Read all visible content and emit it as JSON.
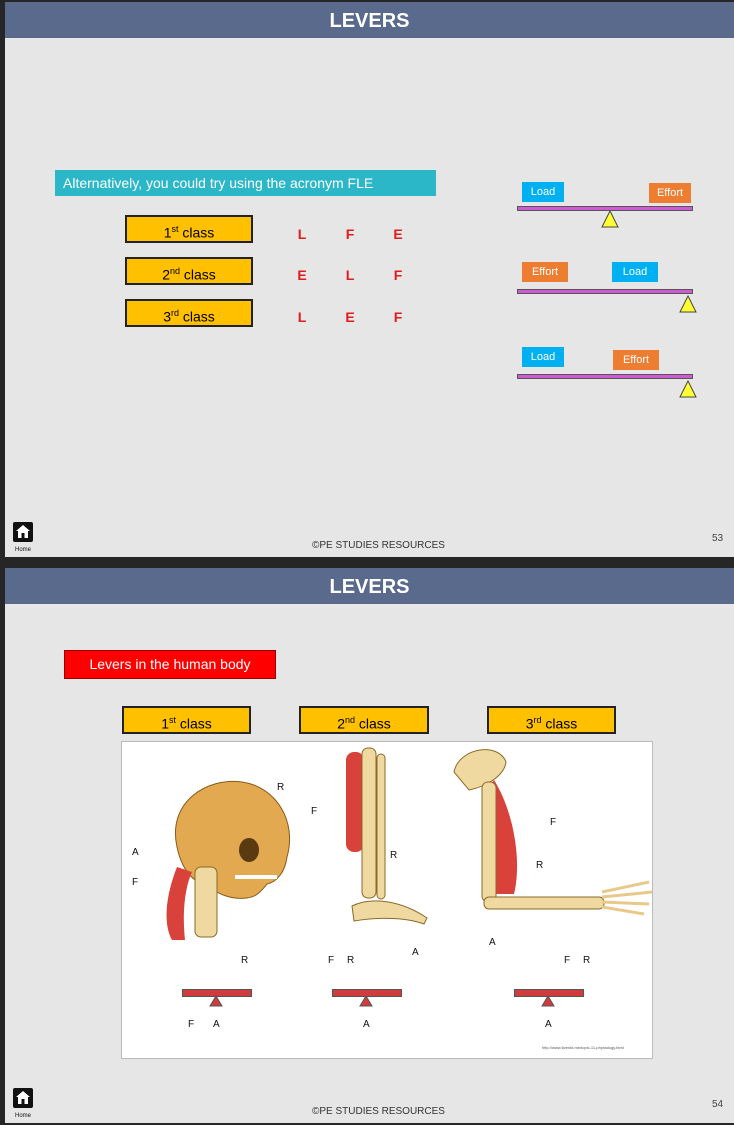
{
  "slide1": {
    "title": "LEVERS",
    "callout": "Alternatively, you could try using the acronym FLE",
    "classes": [
      {
        "num": "1",
        "sup": "st",
        "word": "class",
        "letters": [
          "L",
          "F",
          "E"
        ]
      },
      {
        "num": "2",
        "sup": "nd",
        "word": "class",
        "letters": [
          "E",
          "L",
          "F"
        ]
      },
      {
        "num": "3",
        "sup": "rd",
        "word": "class",
        "letters": [
          "L",
          "E",
          "F"
        ]
      }
    ],
    "diagrams": [
      {
        "left": "Load",
        "right": "Effort"
      },
      {
        "left": "Effort",
        "right": "Load"
      },
      {
        "left": "Load",
        "right": "Effort"
      }
    ],
    "footer": "©PE STUDIES RESOURCES",
    "page": "53",
    "home": "Home"
  },
  "slide2": {
    "title": "LEVERS",
    "callout": "Levers in the human body",
    "classes": [
      {
        "num": "1",
        "sup": "st",
        "word": "class"
      },
      {
        "num": "2",
        "sup": "nd",
        "word": "class"
      },
      {
        "num": "3",
        "sup": "rd",
        "word": "class"
      }
    ],
    "labels": {
      "r": "R",
      "a": "A",
      "f": "F"
    },
    "lever1": {
      "top": "R",
      "bottom1": "F",
      "bottom2": "A"
    },
    "lever2": {
      "top1": "F",
      "top2": "R",
      "bottom": "A"
    },
    "lever3": {
      "top1": "F",
      "top2": "R",
      "bottom": "A"
    },
    "source": "http://www.6venkt.me/topic-11-physiology.html",
    "footer": "©PE STUDIES RESOURCES",
    "page": "54",
    "home": "Home"
  }
}
